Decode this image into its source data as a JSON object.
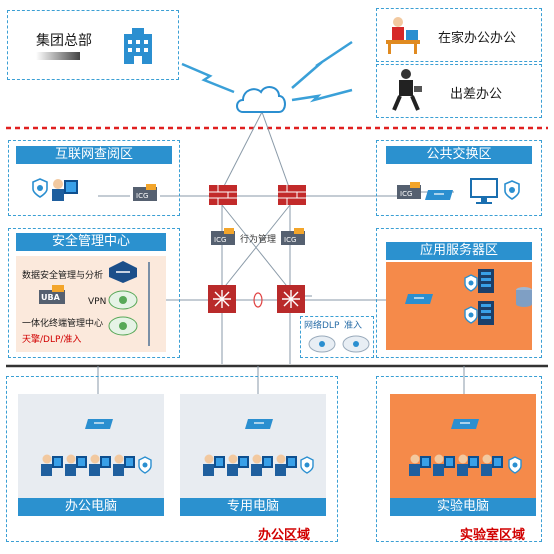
{
  "top": {
    "hq_label": "集团总部",
    "home_label": "在家办公办公",
    "travel_label": "出差办公"
  },
  "zones": {
    "internet": "互联网查阅区",
    "exchange": "公共交换区",
    "security": "安全管理中心",
    "app": "应用服务器区",
    "office_pc": "办公电脑",
    "special_pc": "专用电脑",
    "lab_pc": "实验电脑"
  },
  "security_center": {
    "data_mgmt": "数据安全管理与分析",
    "uba": "UBA",
    "vpn": "VPN",
    "endpoint": "一体化终端管理中心",
    "products": "天擎/DLP/准入"
  },
  "core": {
    "behavior_mgmt": "行为管理",
    "icg": "ICG",
    "dlp": "网络DLP",
    "access": "准入"
  },
  "regions": {
    "office": "办公区域",
    "lab": "实验室区域"
  },
  "colors": {
    "accent": "#2b91cf",
    "zone_border": "#3b9fd4",
    "region_label": "#d10000",
    "orange_zone": "#f58a4a"
  }
}
